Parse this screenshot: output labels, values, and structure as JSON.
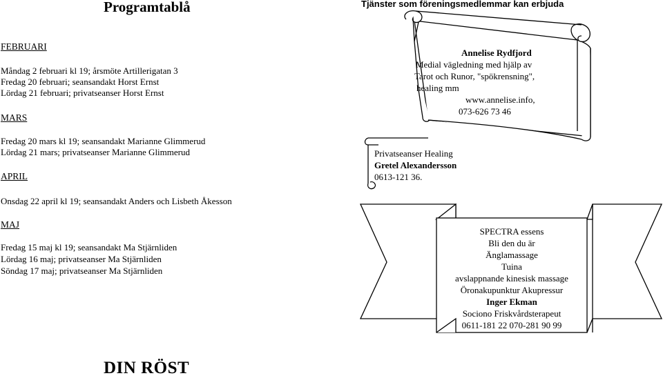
{
  "left": {
    "title": "Programtablå",
    "sections": [
      {
        "month": "FEBRUARI",
        "events": [
          "Måndag 2 februari kl 19; årsmöte Artillerigatan 3",
          "Fredag 20 februari; seansandakt Horst Ernst",
          "Lördag 21 februari; privatseanser Horst Ernst"
        ]
      },
      {
        "month": "MARS",
        "events": [
          "Fredag 20 mars kl 19; seansandakt Marianne Glimmerud",
          "Lördag 21 mars; privatseanser Marianne Glimmerud"
        ]
      },
      {
        "month": "APRIL",
        "events": [
          "Onsdag 22 april kl 19; seansandakt Anders och Lisbeth Åkesson"
        ]
      },
      {
        "month": "MAJ",
        "events": [
          "Fredag 15 maj kl 19; seansandakt Ma Stjärnliden",
          "Lördag 16 maj; privatseanser Ma Stjärnliden",
          "Söndag 17 maj; privatseanser Ma Stjärnliden"
        ]
      }
    ],
    "footer": "DIN RÖST"
  },
  "right": {
    "title": "Tjänster som föreningsmedlemmar kan erbjuda",
    "scroll1": {
      "name": "Annelise Rydfjord",
      "lines": [
        "Medial vägledning med hjälp av",
        "Tarot och Runor, \"spökrensning\",",
        "healing mm",
        "www.annelise.info,",
        "073-626 73 46"
      ]
    },
    "scroll2": {
      "heading": "Privatseanser Healing",
      "name": "Gretel Alexandersson",
      "phone": "0613-121 36."
    },
    "banner": {
      "lines_before": [
        "SPECTRA essens",
        "Bli den du är",
        "Änglamassage",
        "Tuina",
        "avslappnande kinesisk massage",
        "Öronakupunktur Akupressur"
      ],
      "name": "Inger Ekman",
      "lines_after": [
        "Sociono Friskvårdsterapeut",
        "0611-181 22  070-281 90 99"
      ]
    }
  }
}
